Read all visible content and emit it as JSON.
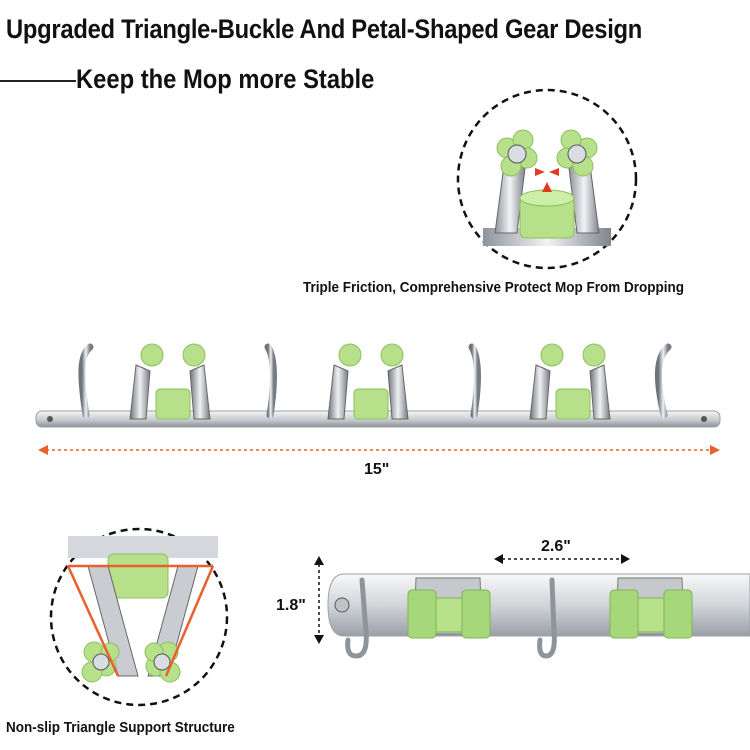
{
  "header": {
    "title": "Upgraded Triangle-Buckle And Petal-Shaped Gear Design",
    "subtitle": "Keep the Mop more Stable"
  },
  "callouts": {
    "friction": "Triple Friction, Comprehensive Protect Mop From Dropping",
    "structure": "Non-slip Triangle Support Structure"
  },
  "dimensions": {
    "length": "15\"",
    "spacing": "2.6\"",
    "height": "1.8\""
  },
  "colors": {
    "gear_green": "#b6e08a",
    "steel": "#c9ccd1",
    "arrow_orange": "#e8602c"
  }
}
